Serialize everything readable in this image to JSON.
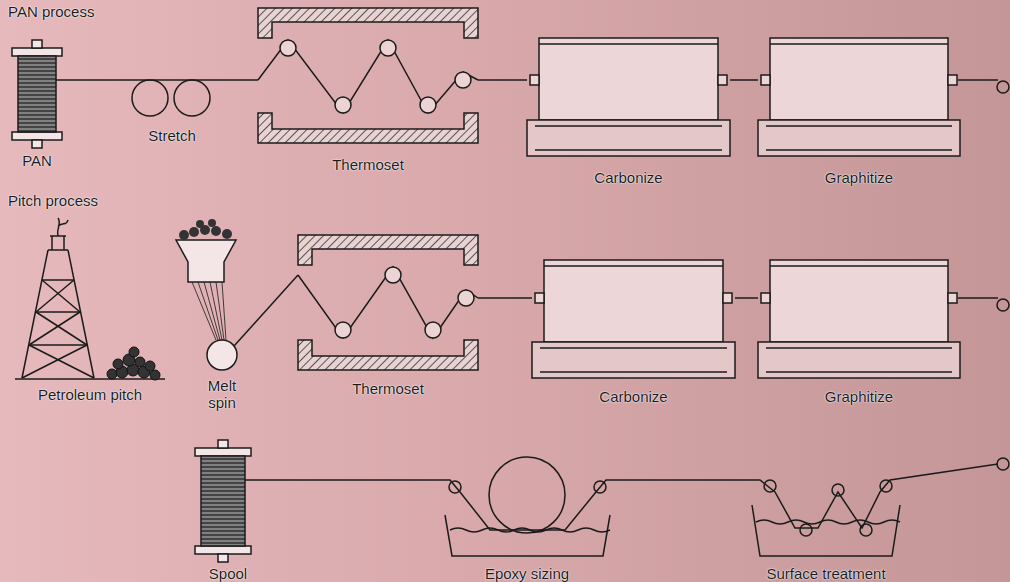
{
  "diagram": {
    "nodes": [
      {
        "text": [
          "Thermoset"
        ]
      },
      {
        "text": [
          "Carbonize"
        ]
      },
      {
        "text": [
          "Graphitize"
        ]
      },
      {
        "text": [
          "Thermoset"
        ]
      },
      {
        "text": [
          "Carbonize"
        ]
      },
      {
        "text": [
          "Graphitize"
        ]
      }
    ],
    "edges": [
      {
        "from": 0,
        "to": 1,
        "arrow": "none"
      },
      {
        "from": 1,
        "to": 2,
        "arrow": "none"
      },
      {
        "from": 3,
        "to": 4,
        "arrow": "none"
      },
      {
        "from": 4,
        "to": 5,
        "arrow": "none"
      }
    ],
    "labels": [
      "PAN process",
      "PAN",
      "Stretch",
      "Pitch process",
      "Petroleum pitch",
      "Melt spin",
      "Spool",
      "Epoxy sizing",
      "Surface treatment"
    ]
  }
}
